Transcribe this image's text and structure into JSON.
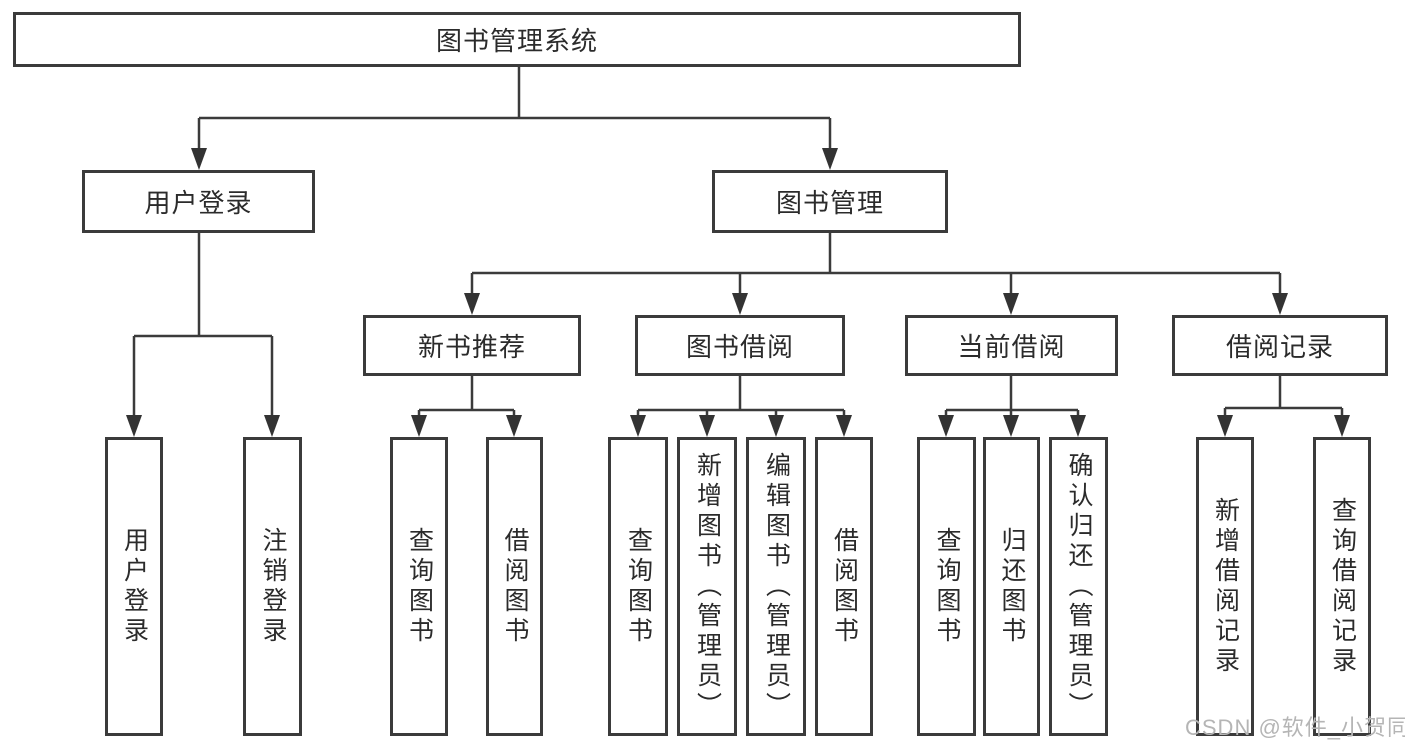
{
  "diagram": {
    "title": "图书管理系统",
    "colors": {
      "line": "#3b3b3b",
      "border": "#3b3b3b",
      "text": "#2b2b2b",
      "background": "#ffffff",
      "watermark": "#b5b5b5"
    },
    "root": {
      "label": "图书管理系统"
    },
    "level2": [
      {
        "label": "用户登录",
        "parent": "图书管理系统"
      },
      {
        "label": "图书管理",
        "parent": "图书管理系统"
      }
    ],
    "level3": [
      {
        "label": "新书推荐",
        "parent": "图书管理"
      },
      {
        "label": "图书借阅",
        "parent": "图书管理"
      },
      {
        "label": "当前借阅",
        "parent": "图书管理"
      },
      {
        "label": "借阅记录",
        "parent": "图书管理"
      }
    ],
    "leaves": [
      {
        "label": "用户登录",
        "parent": "用户登录"
      },
      {
        "label": "注销登录",
        "parent": "用户登录"
      },
      {
        "label": "查询图书",
        "parent": "新书推荐"
      },
      {
        "label": "借阅图书",
        "parent": "新书推荐"
      },
      {
        "label": "查询图书",
        "parent": "图书借阅"
      },
      {
        "label": "新增图书（管理员）",
        "parent": "图书借阅"
      },
      {
        "label": "编辑图书（管理员）",
        "parent": "图书借阅"
      },
      {
        "label": "借阅图书",
        "parent": "图书借阅"
      },
      {
        "label": "查询图书",
        "parent": "当前借阅"
      },
      {
        "label": "归还图书",
        "parent": "当前借阅"
      },
      {
        "label": "确认归还（管理员）",
        "parent": "当前借阅"
      },
      {
        "label": "新增借阅记录",
        "parent": "借阅记录"
      },
      {
        "label": "查询借阅记录",
        "parent": "借阅记录"
      }
    ],
    "watermark": "CSDN @软件_小贺同学"
  }
}
